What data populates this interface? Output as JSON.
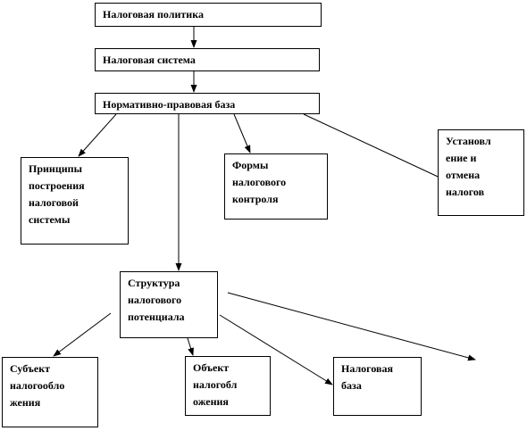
{
  "diagram": {
    "nodes": [
      {
        "id": "tax-policy",
        "label": "Налоговая  политика"
      },
      {
        "id": "tax-system",
        "label": "Налоговая  система"
      },
      {
        "id": "legal-base",
        "label": "Нормативно-правовая база"
      },
      {
        "id": "principles",
        "label": "Принципы\nпостроения\nналоговой\nсистемы"
      },
      {
        "id": "control-forms",
        "label": "Формы\nналогового\nконтроля"
      },
      {
        "id": "establishment",
        "label": "Установл\nение и\nотмена\nналогов"
      },
      {
        "id": "tax-potential",
        "label": "Структура\nналогового\nпотенциала"
      },
      {
        "id": "subject",
        "label": "Субъект\nналогообло\nжения"
      },
      {
        "id": "object",
        "label": "Объект\nналогобл\nожения"
      },
      {
        "id": "tax-base",
        "label": "Налоговая\nбаза"
      }
    ],
    "edges": [
      {
        "from": "tax-policy",
        "to": "tax-system"
      },
      {
        "from": "tax-system",
        "to": "legal-base"
      },
      {
        "from": "legal-base",
        "to": "principles"
      },
      {
        "from": "legal-base",
        "to": "control-forms"
      },
      {
        "from": "legal-base",
        "to": "establishment"
      },
      {
        "from": "legal-base",
        "to": "tax-potential"
      },
      {
        "from": "tax-potential",
        "to": "subject"
      },
      {
        "from": "tax-potential",
        "to": "object"
      },
      {
        "from": "tax-potential",
        "to": "tax-base"
      },
      {
        "from": "tax-potential",
        "to": null
      }
    ]
  }
}
